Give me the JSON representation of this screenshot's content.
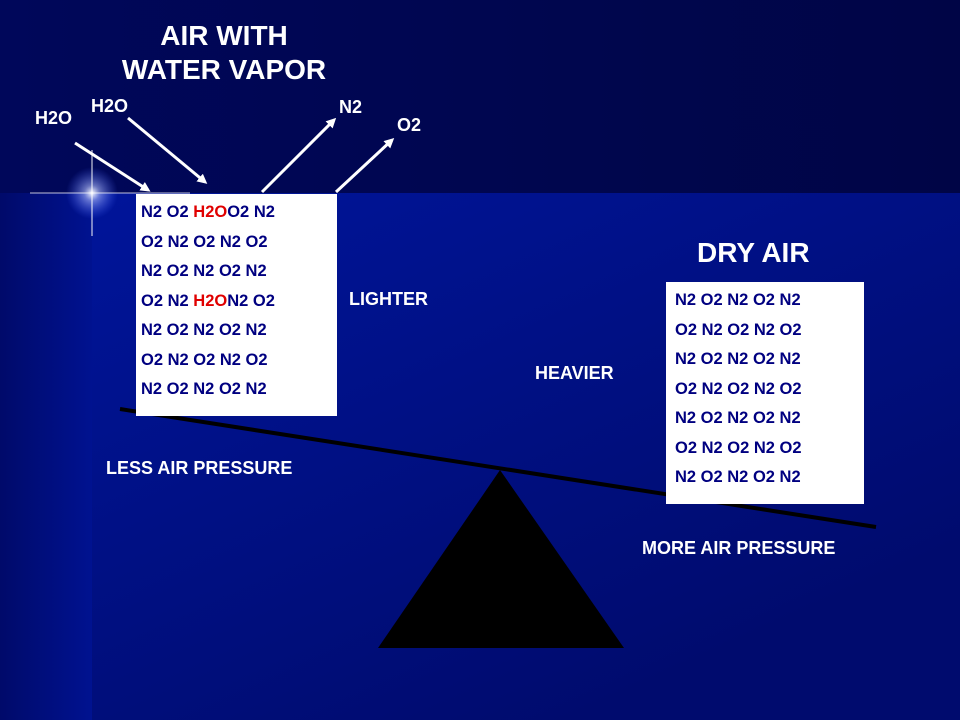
{
  "humid_title_line1": "AIR WITH",
  "humid_title_line2": "WATER VAPOR",
  "dry_title": "DRY AIR",
  "arrow_labels": {
    "h2o_left": "H2O",
    "h2o_mid": "H2O",
    "n2": "N2",
    "o2": "O2"
  },
  "lighter": "LIGHTER",
  "heavier": "HEAVIER",
  "less_pressure": "LESS AIR PRESSURE",
  "more_pressure": "MORE AIR PRESSURE",
  "humid_box_rows": [
    [
      {
        "t": "N2 O2 ",
        "h": false
      },
      {
        "t": "H2O",
        "h": true
      },
      {
        "t": "O2 N2",
        "h": false
      }
    ],
    [
      {
        "t": "O2 N2 O2 N2 O2",
        "h": false
      }
    ],
    [
      {
        "t": "N2 O2 N2 O2 N2",
        "h": false
      }
    ],
    [
      {
        "t": "O2 N2 ",
        "h": false
      },
      {
        "t": "H2O",
        "h": true
      },
      {
        "t": "N2 O2",
        "h": false
      }
    ],
    [
      {
        "t": "N2 O2 N2 O2 N2",
        "h": false
      }
    ],
    [
      {
        "t": "O2 N2 O2 N2 O2",
        "h": false
      }
    ],
    [
      {
        "t": "N2 O2 N2 O2 N2",
        "h": false
      }
    ]
  ],
  "dry_box_rows": [
    "N2 O2 N2 O2 N2",
    "O2 N2 O2 N2 O2",
    "N2 O2 N2 O2 N2",
    "O2 N2 O2 N2 O2",
    "N2 O2 N2 O2 N2",
    "O2 N2 O2 N2 O2",
    "N2 O2 N2 O2 N2"
  ],
  "colors": {
    "background_dark": "#000650",
    "background_mid": "#001a99",
    "molecule_text": "#000080",
    "water_highlight": "#e00000"
  }
}
